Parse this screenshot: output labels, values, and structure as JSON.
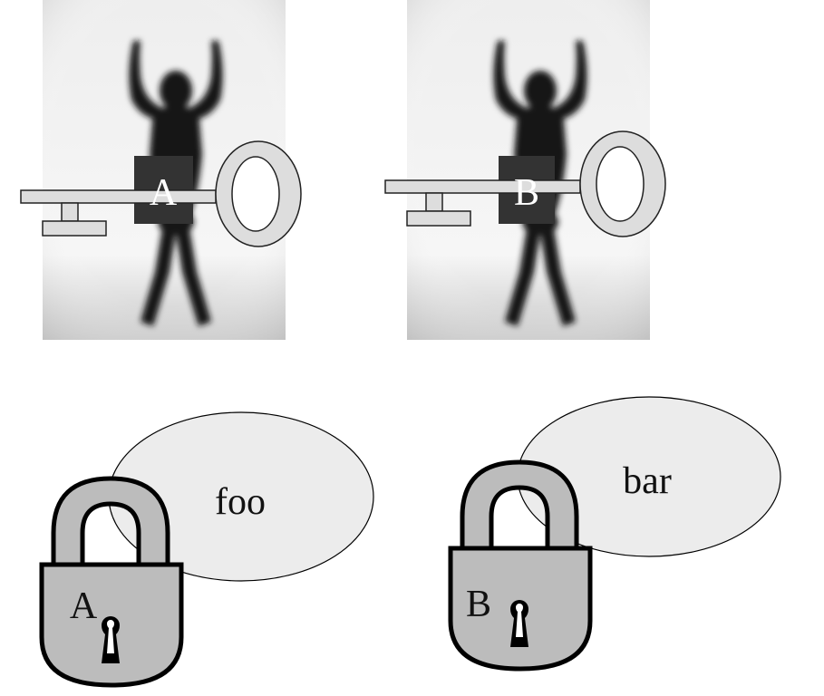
{
  "panels": [
    {
      "key_letter": "A"
    },
    {
      "key_letter": "B"
    }
  ],
  "locks": [
    {
      "lock_letter": "A",
      "bubble_text": "foo"
    },
    {
      "lock_letter": "B",
      "bubble_text": "bar"
    }
  ],
  "colors": {
    "key_fill": "#dddddd",
    "lock_body": "#bcbcbc",
    "bubble_fill": "#ececec",
    "label_box": "#333333",
    "silhouette": "#151515"
  }
}
